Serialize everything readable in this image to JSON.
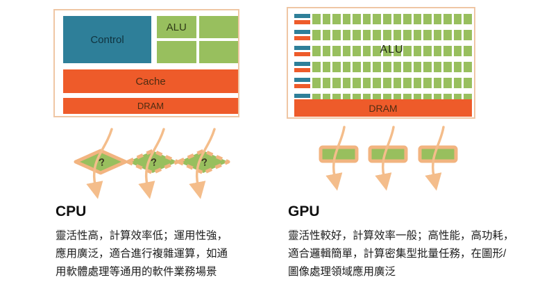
{
  "palette": {
    "teal": "#2e7f99",
    "orange": "#ee5b2a",
    "green": "#98bf5e",
    "peach_border": "#efc6a4",
    "arrow": "#f4bd8b",
    "text": "#1c1c1c"
  },
  "cpu": {
    "heading": "CPU",
    "diagram": {
      "control_label": "Control",
      "alu_label": "ALU",
      "cache_label": "Cache",
      "dram_label": "DRAM",
      "alu_grid_rows": 2,
      "alu_grid_cols": 2
    },
    "thread_symbol": "?",
    "thread_count": 3,
    "description_lines": [
      "靈活性高，計算效率低；運用性強，",
      "應用廣泛，適合進行複雜運算，如通",
      "用軟體處理等通用的軟件業務場景"
    ]
  },
  "gpu": {
    "heading": "GPU",
    "diagram": {
      "alu_label": "ALU",
      "dram_label": "DRAM",
      "alu_rows": 6,
      "alu_cols": 16
    },
    "thread_count": 3,
    "description_lines": [
      "靈活性較好，計算效率一般；高性能，高功耗，",
      "適合邏輯簡單，計算密集型批量任務，在圖形/",
      "圖像處理領域應用廣泛"
    ]
  }
}
